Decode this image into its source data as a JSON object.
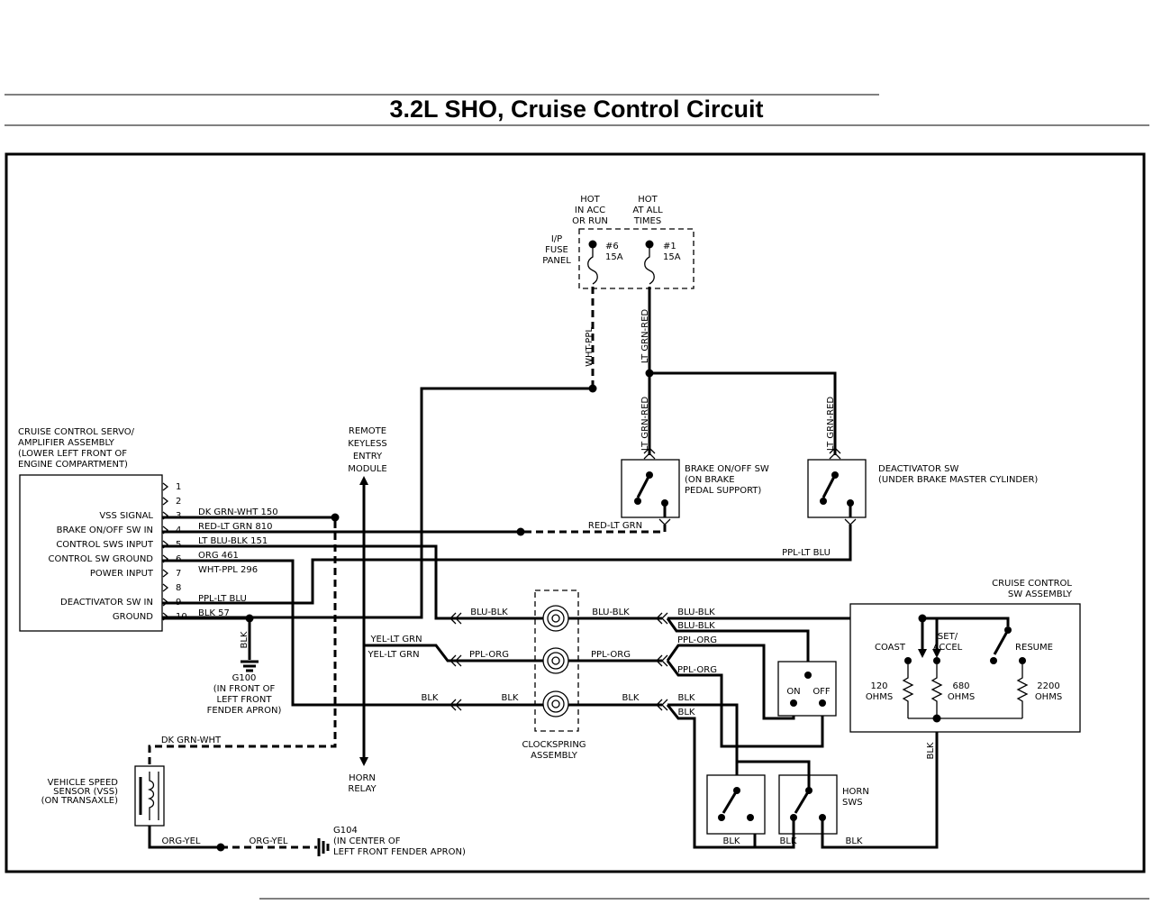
{
  "title": "3.2L SHO, Cruise Control Circuit",
  "fuse_panel": {
    "hot1": [
      "HOT",
      "IN ACC",
      "OR RUN"
    ],
    "hot2": [
      "HOT",
      "AT ALL",
      "TIMES"
    ],
    "label": [
      "I/P",
      "FUSE",
      "PANEL"
    ],
    "fuse6": [
      "#6",
      "15A"
    ],
    "fuse1": [
      "#1",
      "15A"
    ]
  },
  "servo": {
    "name": [
      "CRUISE CONTROL SERVO/",
      "AMPLIFIER ASSEMBLY",
      "(LOWER LEFT FRONT OF",
      "ENGINE COMPARTMENT)"
    ],
    "pins": [
      {
        "num": "1",
        "name": "",
        "wire": ""
      },
      {
        "num": "2",
        "name": "",
        "wire": ""
      },
      {
        "num": "3",
        "name": "VSS SIGNAL",
        "wire": "DK GRN-WHT 150"
      },
      {
        "num": "4",
        "name": "BRAKE ON/OFF SW IN",
        "wire": "RED-LT GRN 810"
      },
      {
        "num": "5",
        "name": "CONTROL SWS INPUT",
        "wire": "LT BLU-BLK 151"
      },
      {
        "num": "6",
        "name": "CONTROL SW GROUND",
        "wire": "ORG 461"
      },
      {
        "num": "7",
        "name": "POWER INPUT",
        "wire": "WHT-PPL 296"
      },
      {
        "num": "8",
        "name": "",
        "wire": ""
      },
      {
        "num": "9",
        "name": "DEACTIVATOR SW IN",
        "wire": "PPL-LT BLU"
      },
      {
        "num": "10",
        "name": "GROUND",
        "wire": "BLK 57"
      }
    ]
  },
  "remote_keyless": [
    "REMOTE",
    "KEYLESS",
    "ENTRY",
    "MODULE"
  ],
  "brake_switch": [
    "BRAKE ON/OFF SW",
    "(ON BRAKE",
    "PEDAL SUPPORT)"
  ],
  "deactivator_switch": [
    "DEACTIVATOR SW",
    "(UNDER BRAKE MASTER CYLINDER)"
  ],
  "cruise_sw_assembly": {
    "name": [
      "CRUISE CONTROL",
      "SW ASSEMBLY"
    ],
    "coast": "COAST",
    "set_accel": [
      "SET/",
      "ACCEL"
    ],
    "resume": "RESUME",
    "r1": [
      "120",
      "OHMS"
    ],
    "r2": [
      "680",
      "OHMS"
    ],
    "r3": [
      "2200",
      "OHMS"
    ]
  },
  "on_off": {
    "on": "ON",
    "off": "OFF"
  },
  "clockspring": [
    "CLOCKSPRING",
    "ASSEMBLY"
  ],
  "horn_relay": [
    "HORN",
    "RELAY"
  ],
  "horn_sws": [
    "HORN",
    "SWS"
  ],
  "g100": [
    "G100",
    "(IN FRONT OF",
    "LEFT FRONT",
    "FENDER APRON)"
  ],
  "g104": [
    "G104",
    "(IN CENTER OF",
    "LEFT FRONT FENDER APRON)"
  ],
  "vss": [
    "VEHICLE SPEED",
    "SENSOR (VSS)",
    "(ON TRANSAXLE)"
  ],
  "wires": {
    "wht_ppl": "WHT-PPL",
    "lt_grn_red": "LT GRN-RED",
    "red_lt_grn": "RED-LT GRN",
    "ppl_lt_blu": "PPL-LT BLU",
    "blu_blk": "BLU-BLK",
    "ppl_org": "PPL-ORG",
    "blk": "BLK",
    "yel_lt_grn": "YEL-LT GRN",
    "dk_grn_wht": "DK GRN-WHT",
    "org_yel": "ORG-YEL"
  }
}
